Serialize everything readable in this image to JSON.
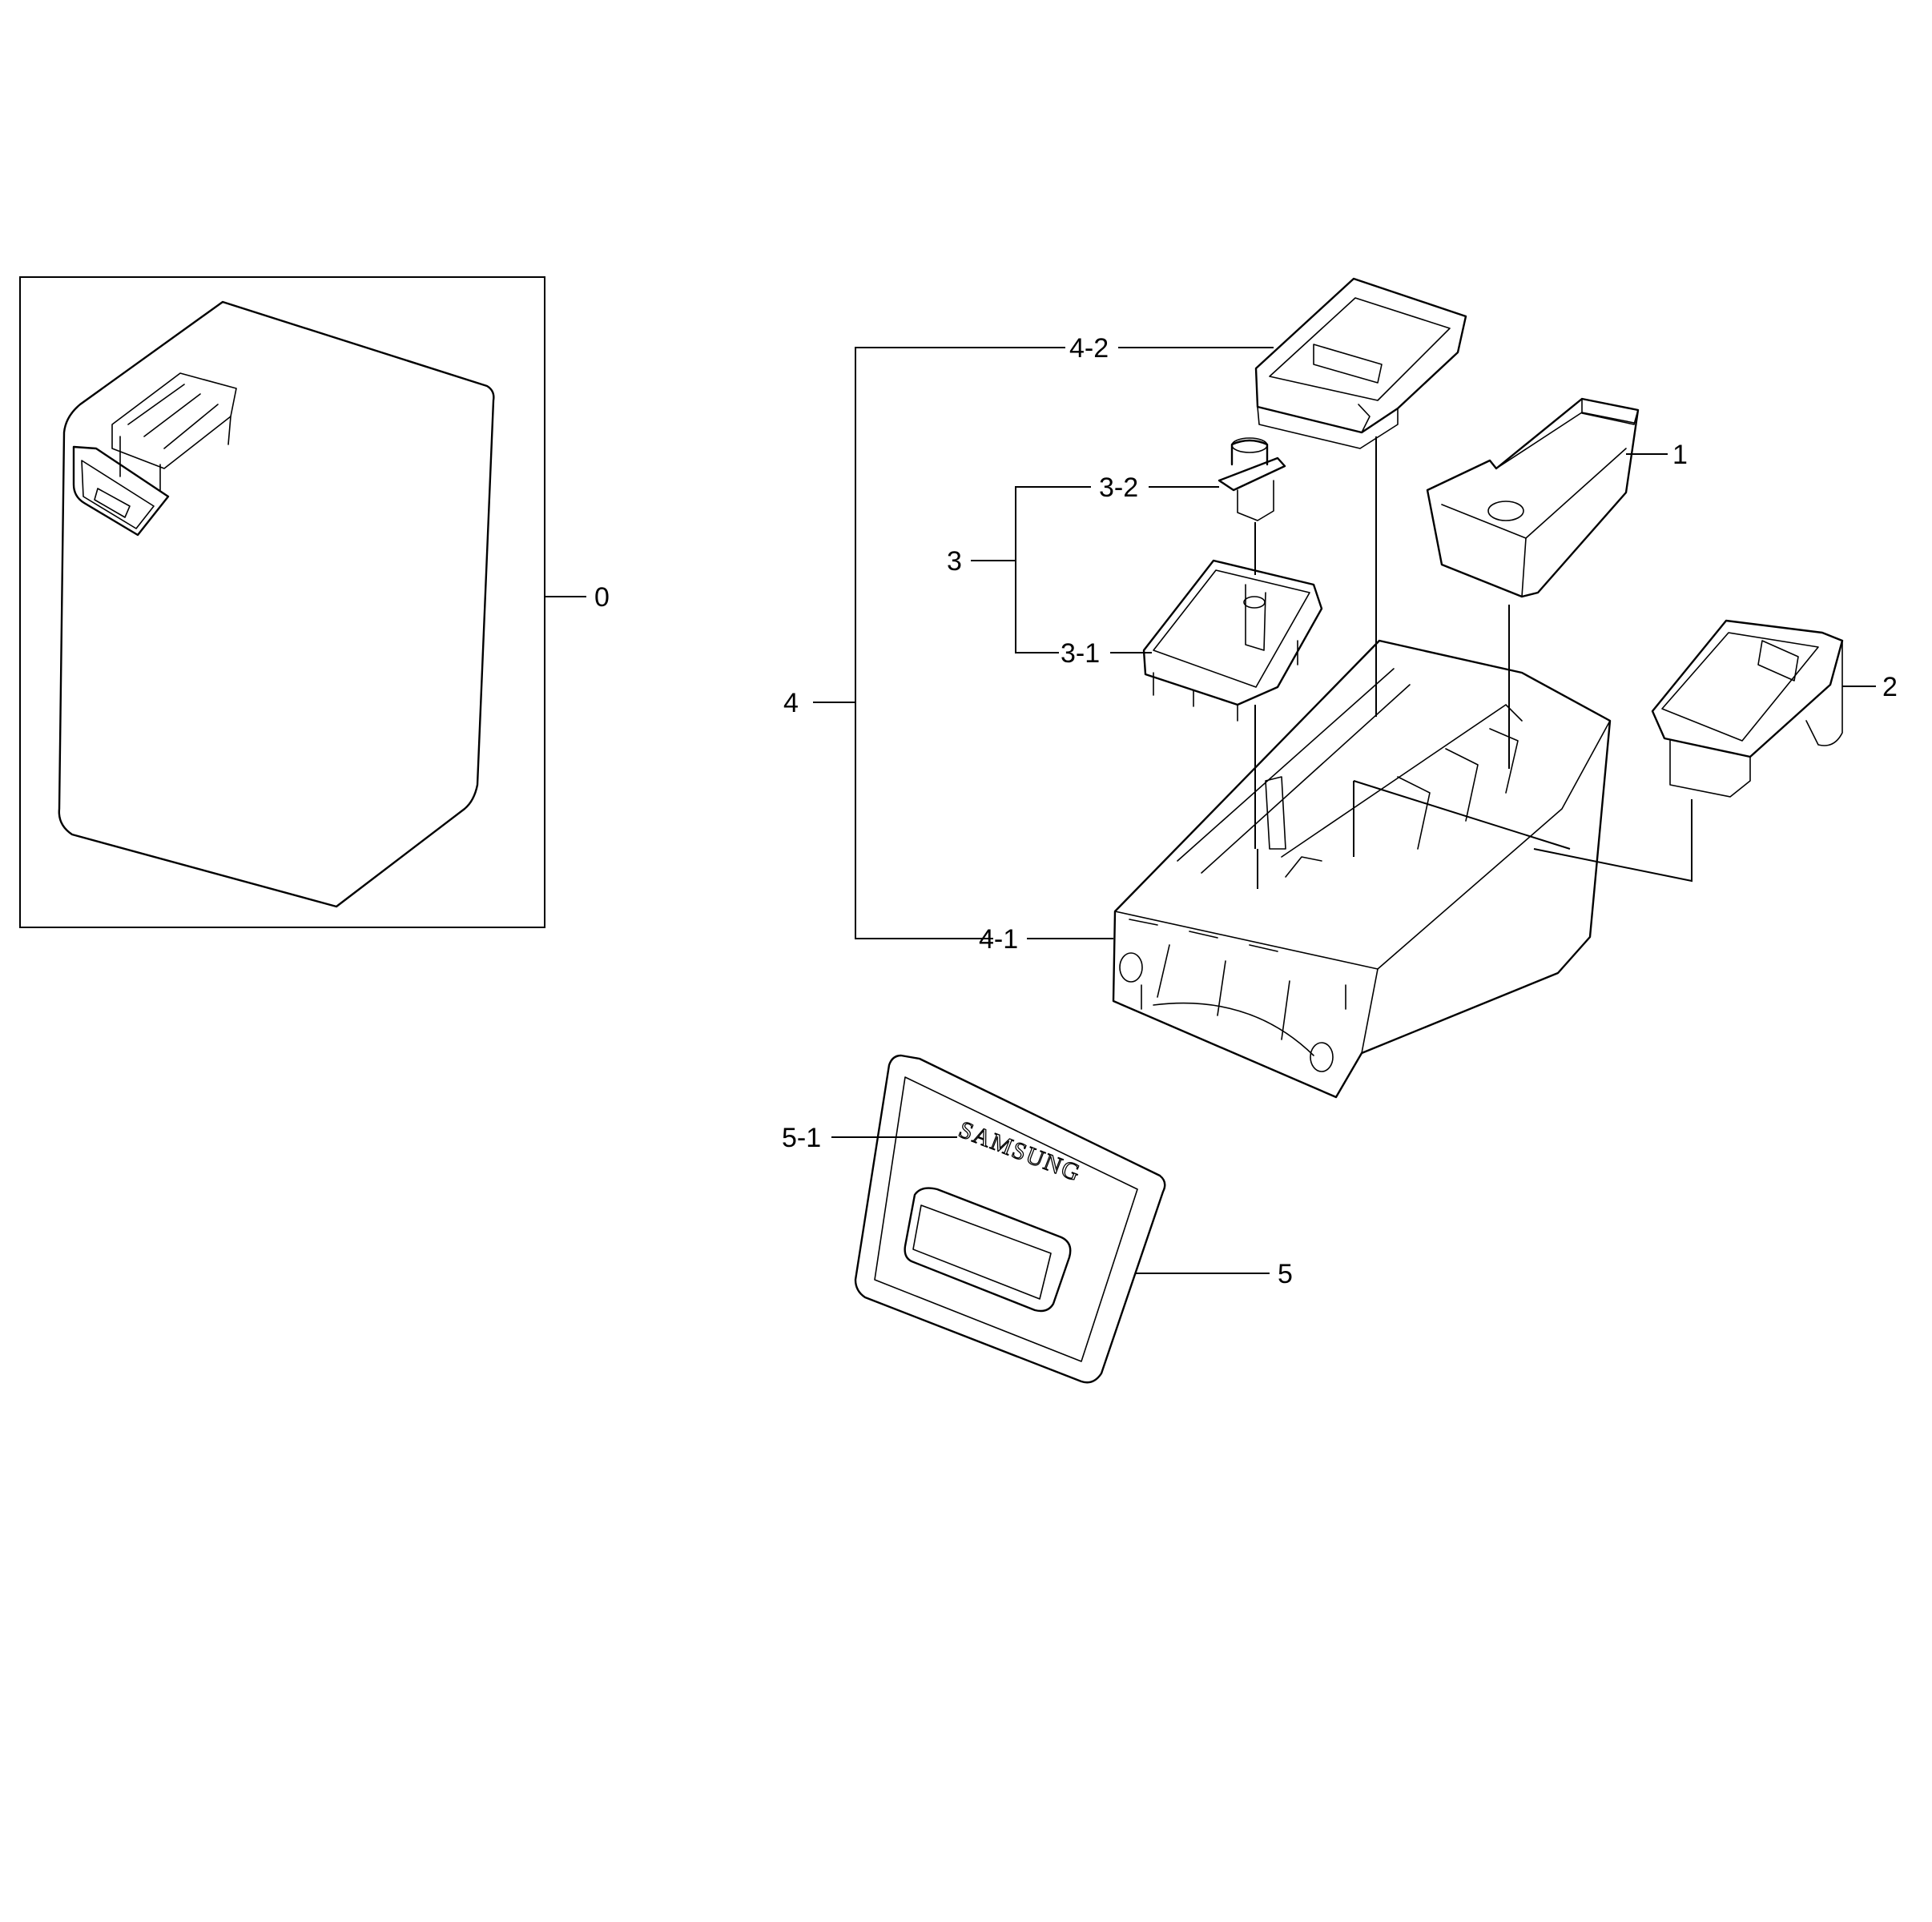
{
  "callouts": {
    "assembly": "0",
    "drawer": "1",
    "rinse_cap": "2",
    "softener_group": "3",
    "softener_case": "3-1",
    "siphon_cap": "3-2",
    "housing_group": "4",
    "housing": "4-1",
    "liquid_cup": "4-2",
    "panel": "5",
    "logo": "5-1"
  },
  "brand_text": "SAMSUNG"
}
